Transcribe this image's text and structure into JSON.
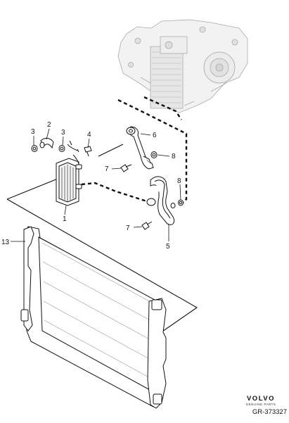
{
  "diagram": {
    "callouts": [
      {
        "id": "1",
        "label": "1"
      },
      {
        "id": "2",
        "label": "2"
      },
      {
        "id": "3a",
        "label": "3"
      },
      {
        "id": "3b",
        "label": "3"
      },
      {
        "id": "4",
        "label": "4"
      },
      {
        "id": "5",
        "label": "5"
      },
      {
        "id": "6",
        "label": "6"
      },
      {
        "id": "7a",
        "label": "7"
      },
      {
        "id": "7b",
        "label": "7"
      },
      {
        "id": "8a",
        "label": "8"
      },
      {
        "id": "8b",
        "label": "8"
      },
      {
        "id": "13",
        "label": "13"
      }
    ],
    "parts": [
      {
        "part": "oil-cooler",
        "callout": "1"
      },
      {
        "part": "hose",
        "callout": "2"
      },
      {
        "part": "seal-ring",
        "callout": "3"
      },
      {
        "part": "bolt",
        "callout": "4"
      },
      {
        "part": "lower-oil-pipe",
        "callout": "5"
      },
      {
        "part": "upper-oil-pipe",
        "callout": "6"
      },
      {
        "part": "pipe-bolt",
        "callout": "7"
      },
      {
        "part": "o-ring",
        "callout": "8"
      },
      {
        "part": "radiator",
        "callout": "13"
      }
    ]
  },
  "brand": {
    "name": "VOLVO",
    "tagline": "GENUINE PARTS",
    "reference": "GR-373327"
  },
  "colors": {
    "line": "#111111",
    "part_fill": "#ffffff",
    "engine_shade": "#c8c8c8"
  }
}
